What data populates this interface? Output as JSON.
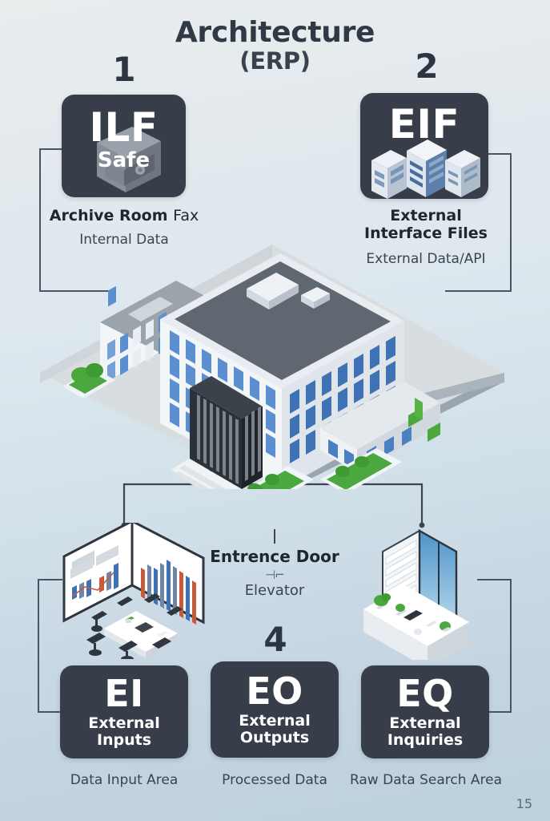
{
  "title": {
    "line1": "Architecture",
    "line2": "(ERP)"
  },
  "page_number": "15",
  "colors": {
    "card_bg": "#373d49",
    "card_text": "#ffffff",
    "title_text": "#2f3a46",
    "caption_bold": "#20262e",
    "caption_light": "#3a4450",
    "connector": "#4a5564",
    "background_top": "#e9edee",
    "background_bottom": "#bcd0dd",
    "window_blue": "#4a7fc1",
    "accent_green": "#4aa83f"
  },
  "steps": {
    "one": "1",
    "two": "2",
    "four": "4"
  },
  "cards": {
    "ilf": {
      "code": "ILF",
      "sub": "Safe",
      "icon": "safe-icon",
      "caption_bold": "Archive Room",
      "caption_bold_thin": "Fax",
      "caption_light": "Internal Data"
    },
    "eif": {
      "code": "EIF",
      "icon": "buildings-icon",
      "caption_bold_line1": "External",
      "caption_bold_line2": "Interface Files",
      "caption_light": "External Data/API"
    },
    "ei": {
      "code": "EI",
      "sub_line1": "External",
      "sub_line2": "Inputs",
      "caption_light": "Data Input Area"
    },
    "eo": {
      "code": "EO",
      "sub_line1": "External",
      "sub_line2": "Outputs",
      "caption_light": "Processed Data"
    },
    "eq": {
      "code": "EQ",
      "sub_line1": "External",
      "sub_line2": "Inquiries",
      "caption_light": "Raw Data Search Area"
    }
  },
  "center": {
    "label_bold": "Entrence Door",
    "separator": "⊣⌐",
    "label_light": "Elevator"
  },
  "illustrations": {
    "main_building": "isometric-office-building",
    "meeting_room": "isometric-meeting-room-with-dual-chart-monitors",
    "reception": "isometric-reception-desk-with-glass-wall"
  }
}
